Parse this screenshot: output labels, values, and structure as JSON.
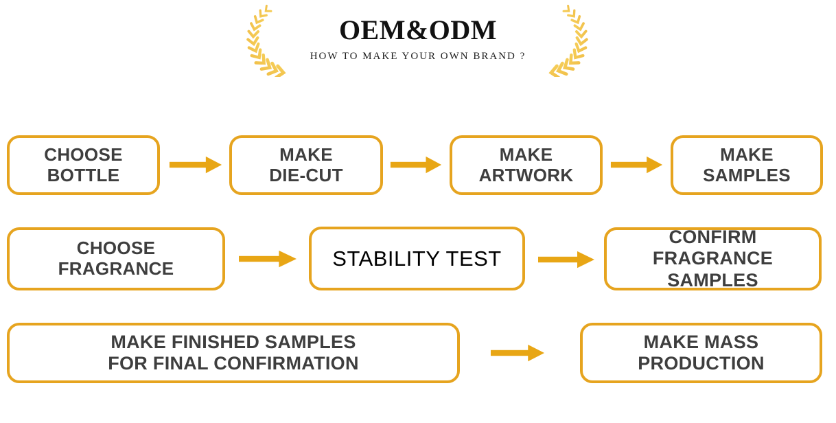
{
  "header": {
    "title": "OEM&ODM",
    "subtitle": "HOW TO MAKE YOUR OWN BRAND ?"
  },
  "flow": {
    "rows": [
      {
        "name": "row-1",
        "steps": [
          {
            "label": "CHOOSE\nBOTTLE"
          },
          {
            "label": "MAKE\nDIE-CUT"
          },
          {
            "label": "MAKE\nARTWORK"
          },
          {
            "label": "MAKE\nSAMPLES"
          }
        ]
      },
      {
        "name": "row-2",
        "steps": [
          {
            "label": "CHOOSE\nFRAGRANCE"
          },
          {
            "label": "STABILITY TEST"
          },
          {
            "label": "CONFIRM FRAGRANCE\nSAMPLES"
          }
        ]
      },
      {
        "name": "row-3",
        "steps": [
          {
            "label": "MAKE FINISHED SAMPLES\nFOR FINAL CONFIRMATION"
          },
          {
            "label": "MAKE MASS\nPRODUCTION"
          }
        ]
      }
    ]
  },
  "icons": {
    "laurel_left": "laurel-branch-left",
    "laurel_right": "laurel-branch-right",
    "arrow": "arrow-right"
  },
  "colors": {
    "accent_gold": "#E6A41F",
    "arrow_gold": "#E8A615",
    "laurel_gradient_top": "#F5CC57",
    "laurel_gradient_bottom": "#E08A10",
    "box_border": "#E6A41F",
    "box_text": "#3E3E3E",
    "stability_text": "#000000",
    "title_text": "#111111",
    "background": "#FFFFFF"
  }
}
